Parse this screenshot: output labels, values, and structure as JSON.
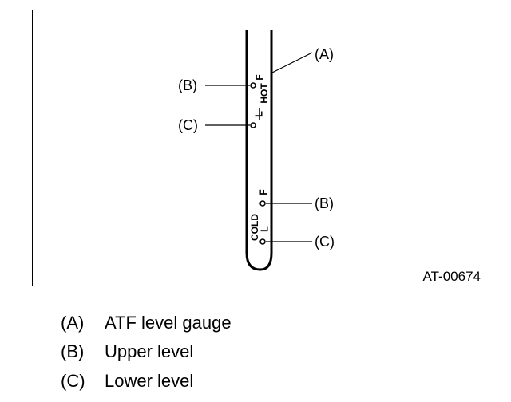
{
  "figure": {
    "id": "AT-00674",
    "gauge_labels": {
      "hot_f": "F",
      "hot_l": "L",
      "hot_text": "HOT",
      "cold_f": "F",
      "cold_l": "L",
      "cold_text": "COLD"
    },
    "callouts": {
      "a": "(A)",
      "b_hot": "(B)",
      "c_hot": "(C)",
      "b_cold": "(B)",
      "c_cold": "(C)"
    }
  },
  "legend": [
    {
      "key": "(A)",
      "text": "ATF level gauge"
    },
    {
      "key": "(B)",
      "text": "Upper level"
    },
    {
      "key": "(C)",
      "text": "Lower level"
    }
  ]
}
